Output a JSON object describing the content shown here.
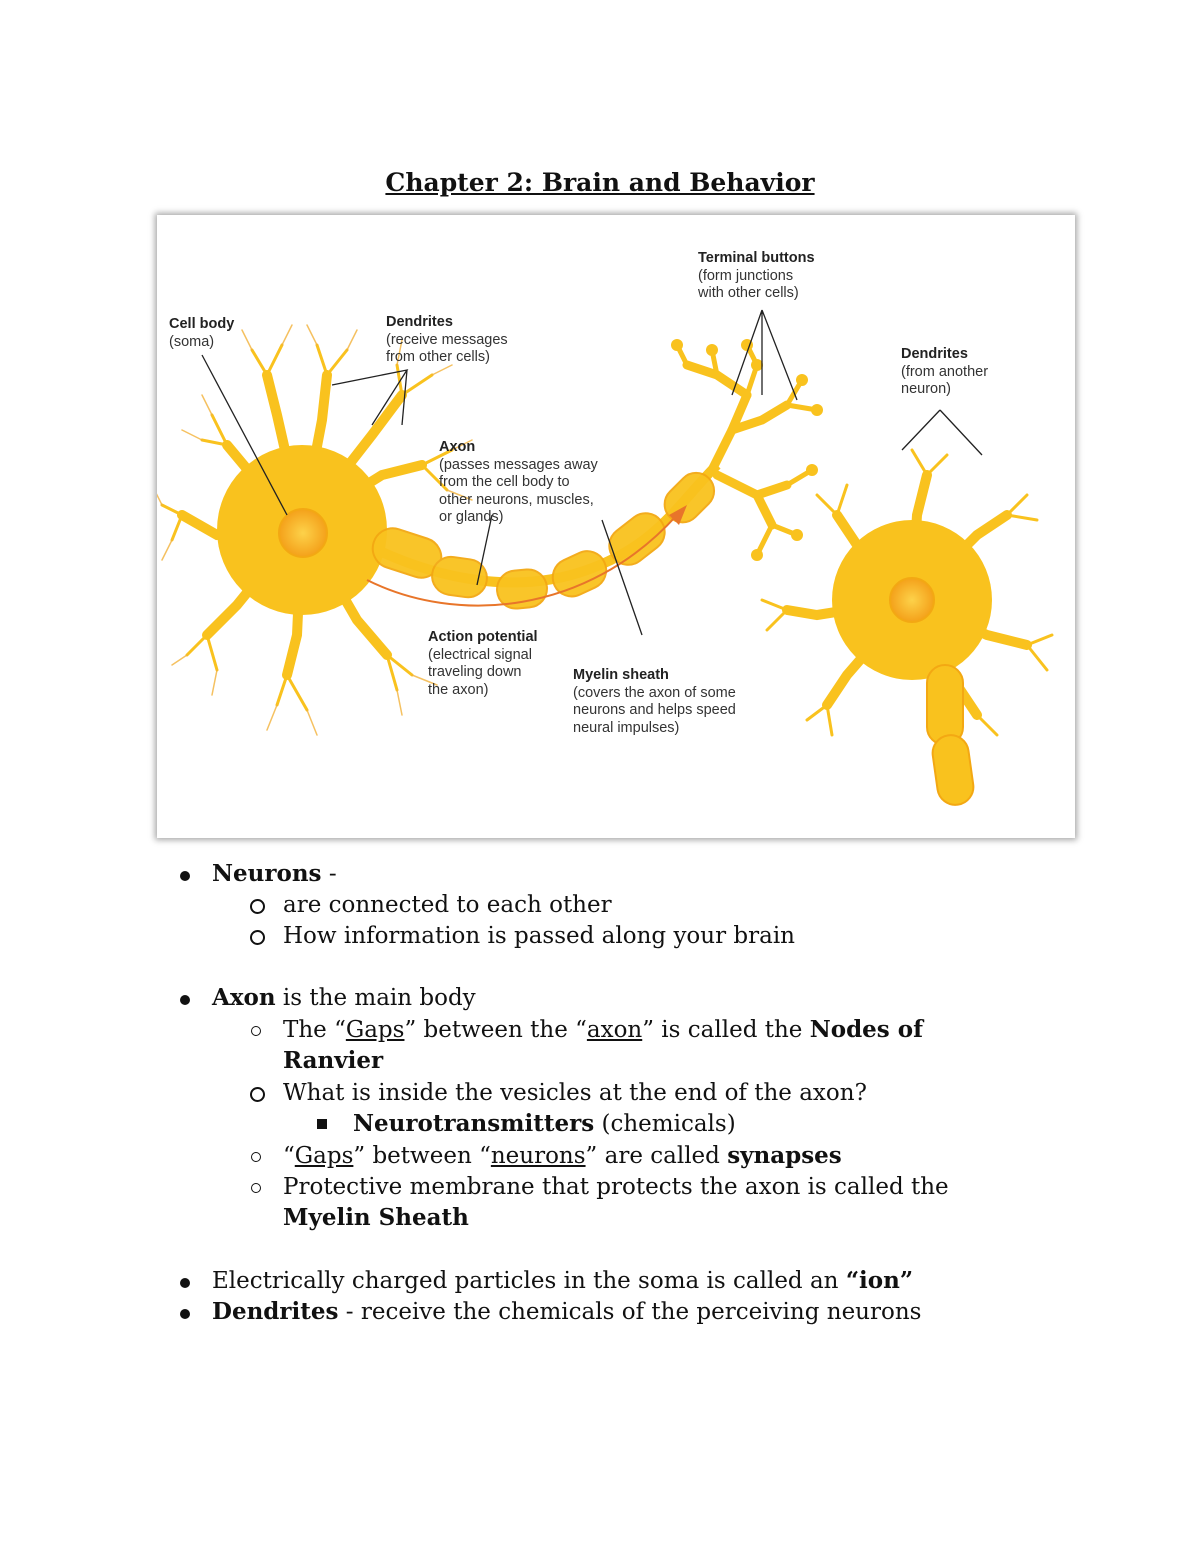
{
  "title": "Chapter 2: Brain and Behavior",
  "figure": {
    "labels": {
      "cell_body": "Cell body",
      "cell_body_sub": "(soma)",
      "dendrites": "Dendrites",
      "dendrites_sub": [
        "(receive messages",
        "from other cells)"
      ],
      "axon": "Axon",
      "axon_sub": [
        "(passes messages away",
        "from the cell body to",
        "other neurons, muscles,",
        "or glands)"
      ],
      "terminal": "Terminal buttons",
      "terminal_sub": [
        "(form junctions",
        "with other cells)"
      ],
      "dendrites2": "Dendrites",
      "dendrites2_sub": [
        "(from another",
        "neuron)"
      ],
      "action": "Action potential",
      "action_sub": [
        "(electrical signal",
        "traveling down",
        "the axon)"
      ],
      "myelin": "Myelin sheath",
      "myelin_sub": [
        "(covers the axon of some",
        "neurons and helps speed",
        "neural impulses)"
      ]
    },
    "colors": {
      "neuron": "#F9C21E",
      "neuron_dark": "#F3A813",
      "nucleus": "#F7A21B",
      "arrow": "#E8752A"
    }
  },
  "notes": {
    "neurons": {
      "term": "Neurons",
      "dash": " -"
    },
    "neurons_sub1": "are connected to each other",
    "neurons_sub2": "How information is passed along your brain",
    "axon": {
      "term": "Axon",
      "rest": " is the main body"
    },
    "gaps1": {
      "a": "The “",
      "gaps": "Gaps",
      "b": "” between the “",
      "axon": "axon",
      "c": "” is called the ",
      "term1": "Nodes of",
      "term2": "Ranvier"
    },
    "vesicles": "What is inside the vesicles at the end of the axon?",
    "nt": {
      "term": "Neurotransmitters",
      "rest": " (chemicals)"
    },
    "gaps2": {
      "a": "“",
      "gaps": "Gaps",
      "b": "” between “",
      "neurons": "neurons",
      "c": "” are called ",
      "term": "synapses"
    },
    "myelin": {
      "text": "Protective membrane that protects the axon is called the",
      "term": "Myelin Sheath"
    },
    "ion": {
      "text": "Electrically charged particles in the soma is called an ",
      "term": "“ion”"
    },
    "dendrites": {
      "term": "Dendrites",
      "rest": " - receive the chemicals of the perceiving neurons"
    }
  }
}
